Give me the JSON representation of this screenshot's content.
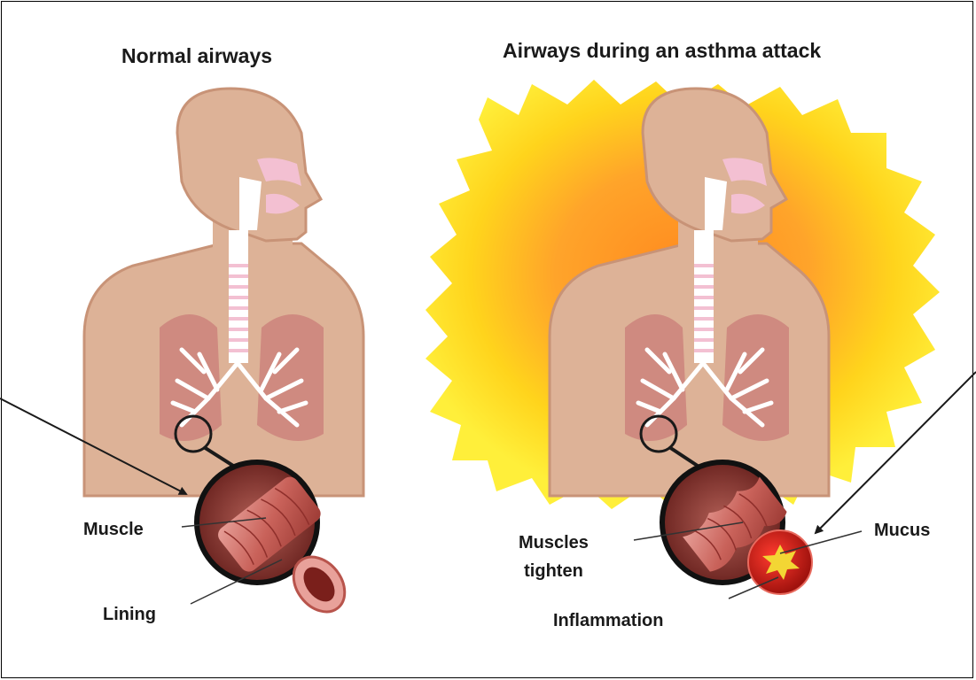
{
  "left_panel": {
    "title": "Normal airways",
    "labels": {
      "muscle": "Muscle",
      "lining": "Lining"
    }
  },
  "right_panel": {
    "title": "Airways during an asthma attack",
    "labels": {
      "muscles_tighten_line1": "Muscles",
      "muscles_tighten_line2": "tighten",
      "mucus": "Mucus",
      "inflammation": "Inflammation"
    }
  },
  "colors": {
    "skin": "#ddb297",
    "skin_edge": "#c89377",
    "lung": "#cf8a80",
    "airway_pink": "#f3c0d2",
    "bronchi": "#ffffff",
    "tube": "#c9625a",
    "tube_dark": "#8f2f2b",
    "glow_yellow": "#ffe400",
    "glow_orange": "#ffa42a",
    "mucus_red": "#d0231d",
    "mucus_yellow": "#f3d634"
  }
}
